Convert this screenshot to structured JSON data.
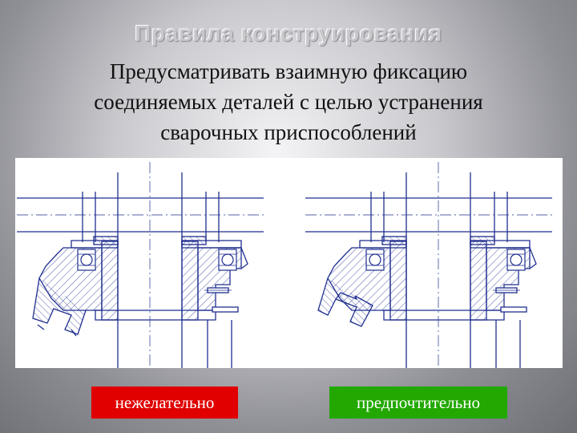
{
  "slide": {
    "title": "Правила конструирования",
    "subtitle_lines": [
      "Предусматривать взаимную фиксацию",
      "соединяемых деталей с целью устранения",
      "сварочных приспособлений"
    ]
  },
  "labels": {
    "undesirable": "нежелательно",
    "preferable": "предпочтительно"
  },
  "colors": {
    "drawing_line": "#1f2f8f",
    "undesirable_bg": "#e00000",
    "preferable_bg": "#22a800"
  }
}
